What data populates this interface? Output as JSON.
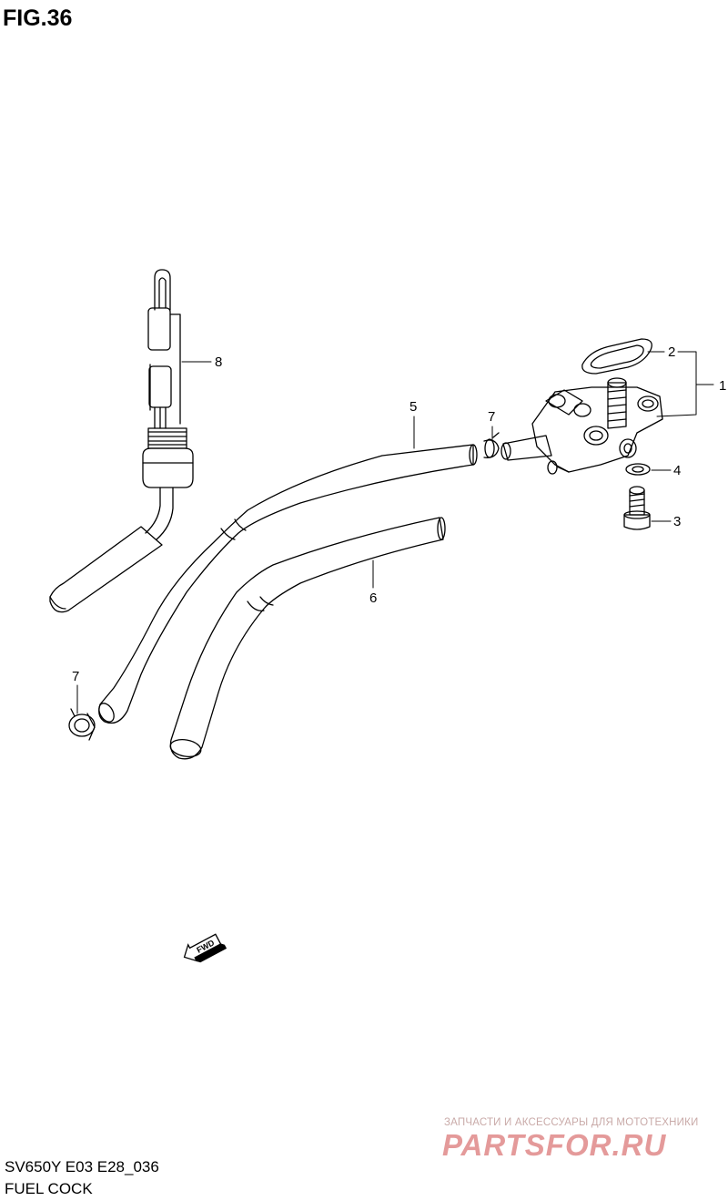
{
  "figure": {
    "title": "FIG.36",
    "model_code": "SV650Y E03 E28_036",
    "group_name": "FUEL COCK",
    "fwd_label": "FWD"
  },
  "callouts": [
    {
      "id": "1",
      "label": "1"
    },
    {
      "id": "2",
      "label": "2"
    },
    {
      "id": "3",
      "label": "3"
    },
    {
      "id": "4",
      "label": "4"
    },
    {
      "id": "5",
      "label": "5"
    },
    {
      "id": "6",
      "label": "6"
    },
    {
      "id": "7a",
      "label": "7"
    },
    {
      "id": "7b",
      "label": "7"
    },
    {
      "id": "8",
      "label": "8"
    }
  ],
  "watermark": {
    "tagline": "ЗАПЧАСТИ И АКСЕССУАРЫ ДЛЯ МОТОТЕХНИКИ",
    "logo": "PARTSFOR.RU",
    "color": "#e49a9a"
  }
}
